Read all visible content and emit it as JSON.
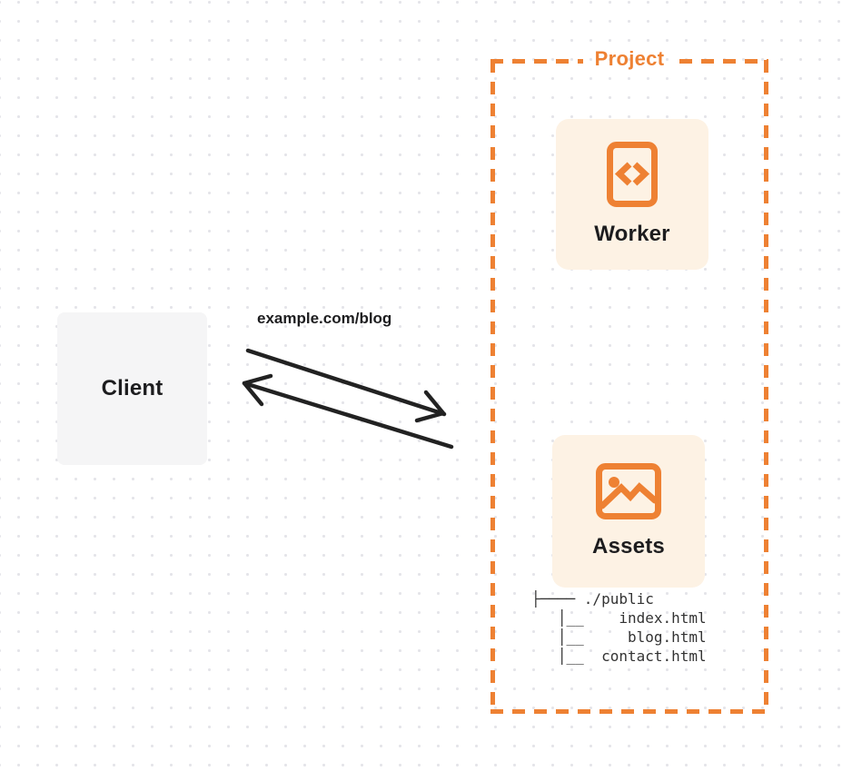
{
  "colors": {
    "orange": "#ee8133",
    "cream": "#fdf2e4",
    "client_bg": "#f5f5f6",
    "ink": "#1d1d1f",
    "tree_ink": "#333333",
    "dot": "#e4e4e9",
    "arrow": "#222222"
  },
  "client": {
    "label": "Client"
  },
  "request": {
    "label": "example.com/blog"
  },
  "project": {
    "label": "Project",
    "worker": {
      "label": "Worker",
      "icon": "code-file-icon"
    },
    "assets": {
      "label": "Assets",
      "icon": "image-icon"
    },
    "file_tree": {
      "root": "./public",
      "files": [
        "index.html",
        "blog.html",
        "contact.html"
      ],
      "ascii": "├──── ./public\n   │__    index.html\n   │__     blog.html\n   │__  contact.html"
    }
  }
}
